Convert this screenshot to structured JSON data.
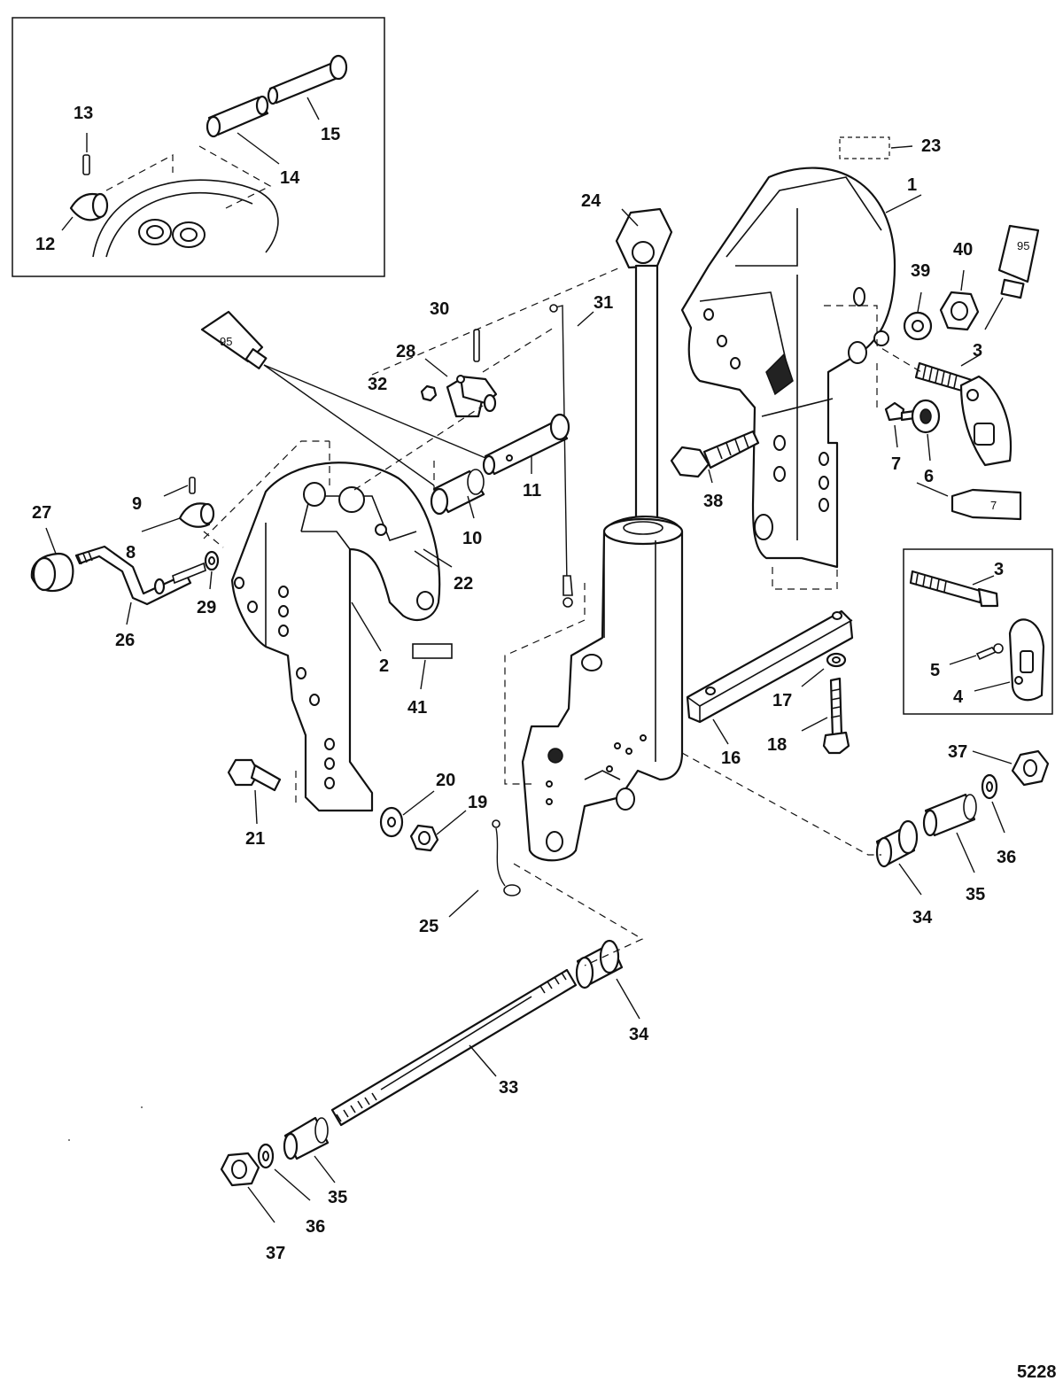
{
  "drawing_number": "5228",
  "callouts": {
    "c1": "1",
    "c2": "2",
    "c3a": "3",
    "c3b": "3",
    "c4": "4",
    "c5": "5",
    "c6": "6",
    "c7a": "7",
    "c8": "8",
    "c9": "9",
    "c10": "10",
    "c11": "11",
    "c12": "12",
    "c13": "13",
    "c14": "14",
    "c15": "15",
    "c16": "16",
    "c17": "17",
    "c18": "18",
    "c19": "19",
    "c20": "20",
    "c21": "21",
    "c22": "22",
    "c23": "23",
    "c24": "24",
    "c25": "25",
    "c26": "26",
    "c27": "27",
    "c28": "28",
    "c29": "29",
    "c30": "30",
    "c31": "31",
    "c32": "32",
    "c33": "33",
    "c34a": "34",
    "c34b": "34",
    "c35a": "35",
    "c35b": "35",
    "c36a": "36",
    "c36b": "36",
    "c37a": "37",
    "c37b": "37",
    "c38": "38",
    "c39": "39",
    "c40": "40",
    "c41": "41"
  },
  "tube_labels": {
    "tube_left": "95",
    "tube_right": "95",
    "tube_7": "7"
  }
}
